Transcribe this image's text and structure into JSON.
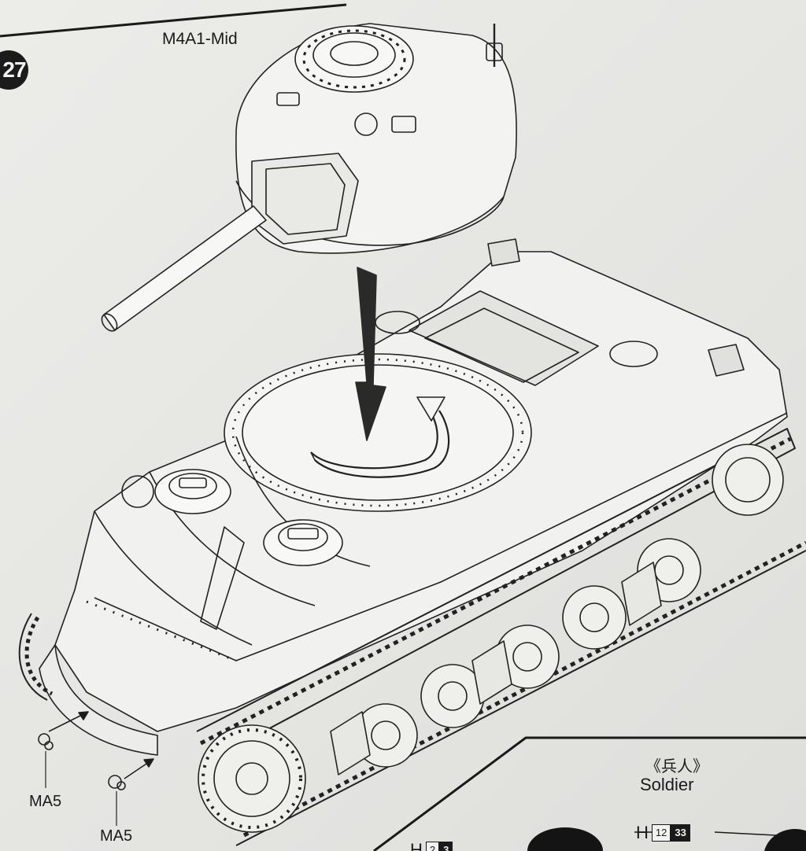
{
  "step": {
    "number": "27"
  },
  "variant_label": "M4A1-Mid",
  "parts": [
    {
      "id": "left",
      "code": "MA5"
    },
    {
      "id": "right",
      "code": "MA5"
    }
  ],
  "soldier": {
    "title_cn": "《兵人》",
    "title_en": "Soldier",
    "part_letter": "H",
    "part_numbers": [
      "12",
      "33"
    ]
  },
  "bottom_ref": {
    "part_letter": "H",
    "part_numbers": [
      "2",
      "3"
    ]
  },
  "colors": {
    "ink": "#1a1a1a",
    "paper": "#e9e9e7",
    "arrow": "#2a2a2a"
  },
  "icons": [
    "rotate-arrow-icon",
    "down-arrow-icon",
    "leader-arrow-icon"
  ]
}
